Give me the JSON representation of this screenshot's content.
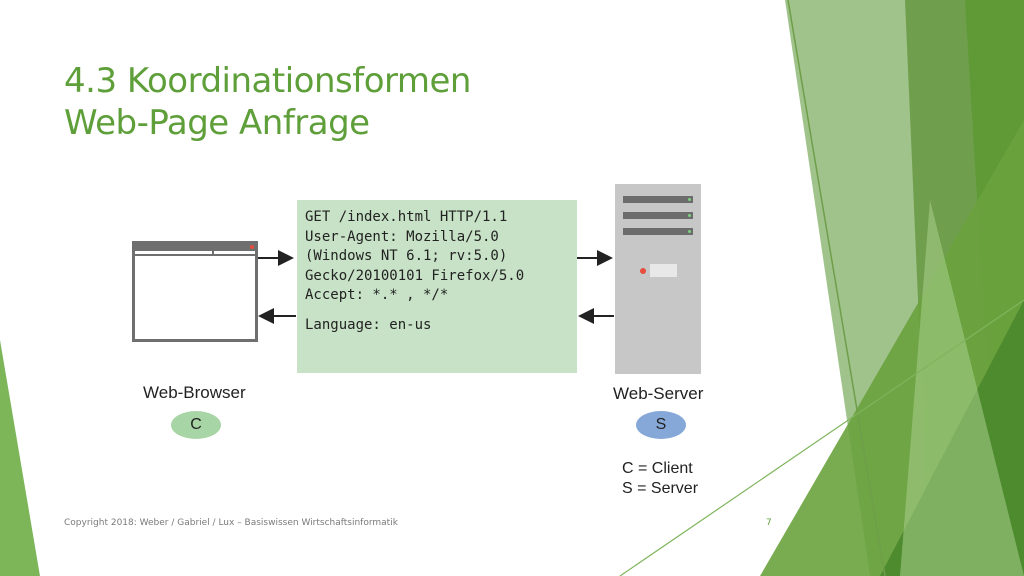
{
  "slide": {
    "title_line1": "4.3 Koordinationsformen",
    "title_line2": "Web-Page Anfrage",
    "footer": "Copyright 2018: Weber / Gabriel / Lux – Basiswissen Wirtschaftsinformatik",
    "page_number": "7"
  },
  "diagram": {
    "http_request_lines": [
      "GET /index.html HTTP/1.1",
      "User-Agent: Mozilla/5.0",
      "(Windows NT 6.1; rv:5.0)",
      "Gecko/20100101 Firefox/5.0",
      "Accept: *.* , */*",
      "Language: en-us"
    ],
    "client": {
      "label": "Web-Browser",
      "badge": "C"
    },
    "server": {
      "label": "Web-Server",
      "badge": "S"
    },
    "legend": [
      "C = Client",
      "S = Server"
    ]
  },
  "colors": {
    "title": "#5e9f3a",
    "http_box": "#c7e2c6",
    "client_badge": "#a8d5a5",
    "server_badge": "#86a8d8",
    "decor_green_dark": "#4e8a2e",
    "decor_green_light": "#8fc06a"
  },
  "icons": {
    "browser": "browser-window-icon",
    "server": "server-tower-icon",
    "arrows": "arrow-right-icon, arrow-left-icon"
  }
}
